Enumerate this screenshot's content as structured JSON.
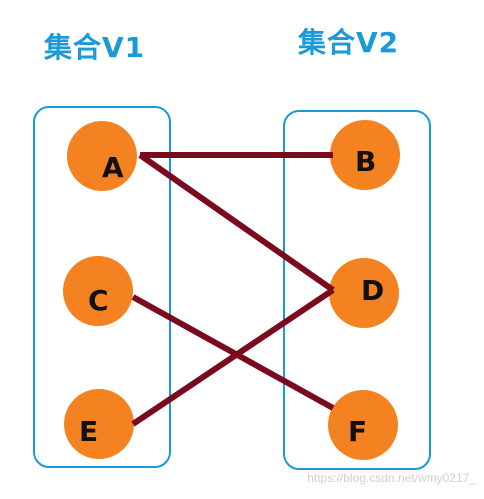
{
  "colors": {
    "title": "#1a9ad6",
    "set_border": "#1a9ad6",
    "node_fill": "#f58220",
    "edge": "#7a0a1e"
  },
  "sets": {
    "v1": {
      "title": "集合V1"
    },
    "v2": {
      "title": "集合V2"
    }
  },
  "nodes": {
    "a": {
      "label": "A",
      "set": "V1"
    },
    "c": {
      "label": "C",
      "set": "V1"
    },
    "e": {
      "label": "E",
      "set": "V1"
    },
    "b": {
      "label": "B",
      "set": "V2"
    },
    "d": {
      "label": "D",
      "set": "V2"
    },
    "f": {
      "label": "F",
      "set": "V2"
    }
  },
  "edges": [
    {
      "from": "A",
      "to": "B"
    },
    {
      "from": "A",
      "to": "D"
    },
    {
      "from": "C",
      "to": "F"
    },
    {
      "from": "E",
      "to": "D"
    }
  ],
  "watermark": "https://blog.csdn.net/wmy0217_"
}
